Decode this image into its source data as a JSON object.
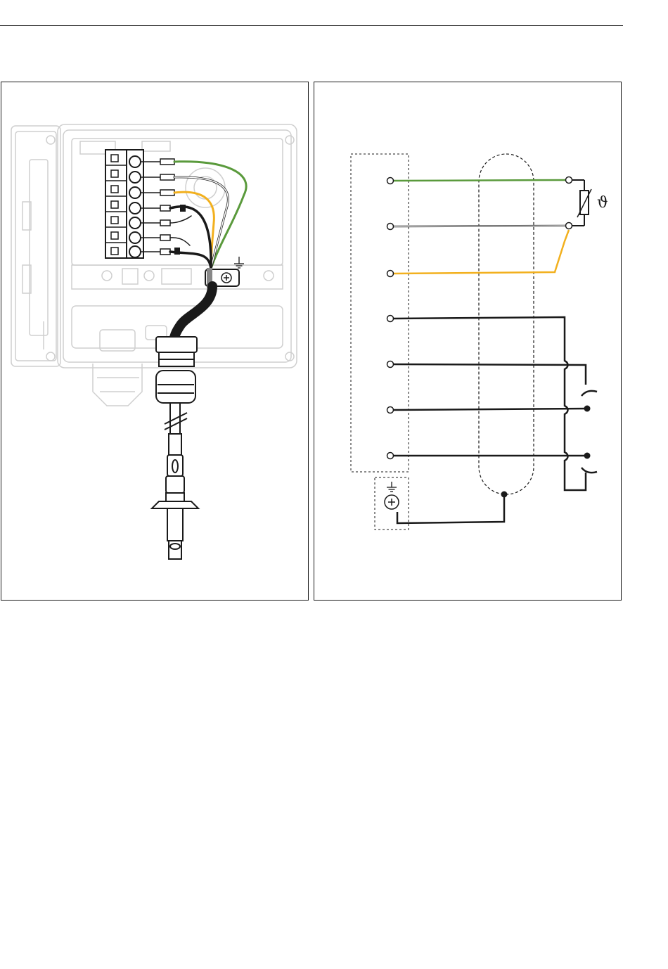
{
  "figure": {
    "left_panel": {
      "ground_symbol": "earth-ground",
      "terminal_block": {
        "terminal_count": 7
      }
    },
    "right_panel": {
      "temperature_symbol": "ϑ",
      "ground_symbol": "earth-ground",
      "terminal_count": 7,
      "wires": [
        {
          "color_name": "green",
          "color": "#5a9a3c"
        },
        {
          "color_name": "white",
          "color": "#c8c8c8"
        },
        {
          "color_name": "yellow",
          "color": "#f2b01e"
        },
        {
          "color_name": "black",
          "color": "#1a1a1a"
        },
        {
          "color_name": "black",
          "color": "#1a1a1a"
        },
        {
          "color_name": "black",
          "color": "#1a1a1a"
        },
        {
          "color_name": "black",
          "color": "#1a1a1a"
        }
      ]
    }
  }
}
